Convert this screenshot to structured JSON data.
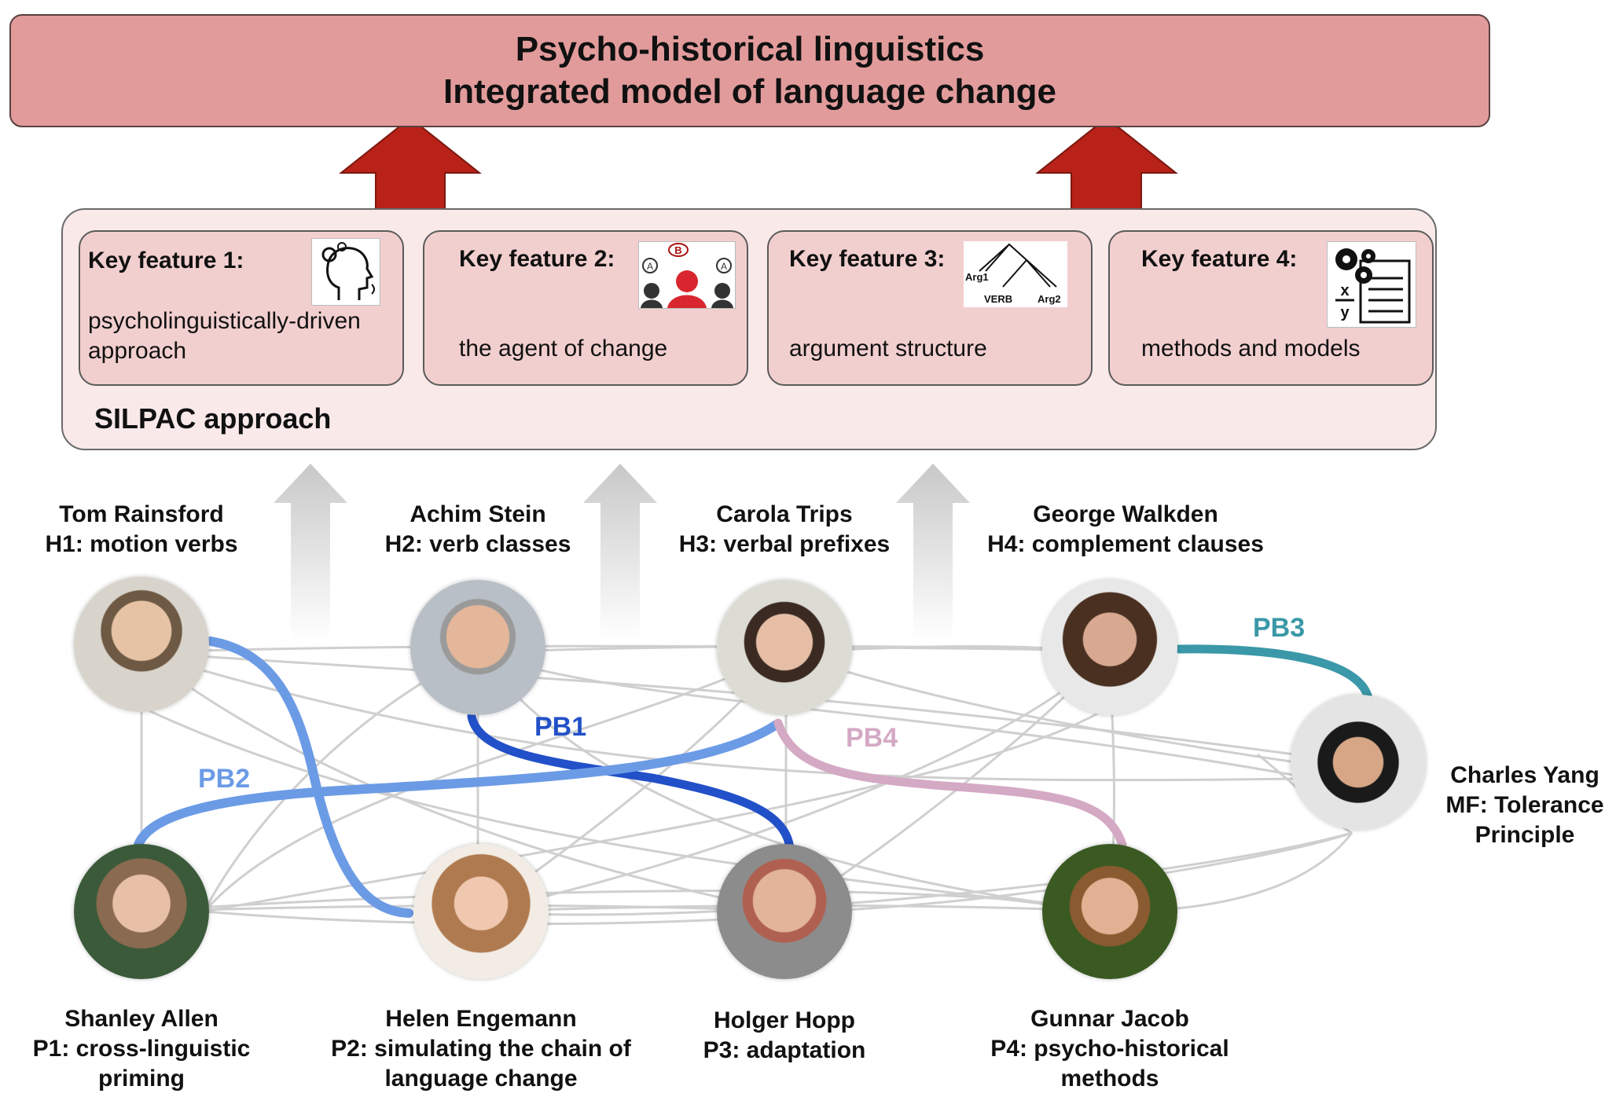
{
  "header": {
    "line1": "Psycho-historical linguistics",
    "line2": "Integrated model of language change"
  },
  "silpac": {
    "label": "SILPAC approach"
  },
  "key_features": [
    {
      "title": "Key feature 1:",
      "desc": "psycholinguistically-driven approach",
      "icon": "head-gears-icon"
    },
    {
      "title": "Key feature 2:",
      "desc": "the agent of change",
      "icon": "agents-icon"
    },
    {
      "title": "Key feature 3:",
      "desc": "argument structure",
      "icon": "syntax-tree-icon"
    },
    {
      "title": "Key feature 4:",
      "desc": "methods and models",
      "icon": "gears-document-icon"
    }
  ],
  "tree_labels": {
    "arg1": "Arg1",
    "verb": "VERB",
    "arg2": "Arg2"
  },
  "agents_labels": {
    "a": "A",
    "b": "B"
  },
  "formula": {
    "x": "x",
    "y": "y"
  },
  "people": [
    {
      "name": "Tom Rainsford",
      "topic": "H1: motion verbs"
    },
    {
      "name": "Achim Stein",
      "topic": "H2: verb classes"
    },
    {
      "name": "Carola Trips",
      "topic": "H3: verbal prefixes"
    },
    {
      "name": "George Walkden",
      "topic": "H4: complement clauses"
    },
    {
      "name": "Charles Yang",
      "topic": "MF: Tolerance Principle"
    },
    {
      "name": "Shanley Allen",
      "topic": "P1: cross-linguistic priming"
    },
    {
      "name": "Helen Engemann",
      "topic": "P2: simulating the chain of language change"
    },
    {
      "name": "Holger Hopp",
      "topic": "P3: adaptation"
    },
    {
      "name": "Gunnar Jacob",
      "topic": "P4: psycho-historical methods"
    }
  ],
  "bridges": [
    {
      "label": "PB1",
      "color": "#2250c8"
    },
    {
      "label": "PB2",
      "color": "#6c9be6"
    },
    {
      "label": "PB3",
      "color": "#3a98a8"
    },
    {
      "label": "PB4",
      "color": "#d4a9c4"
    }
  ],
  "colors": {
    "arrow_red": "#b82218",
    "header_fill": "#e29b9b",
    "silpac_fill": "#f9e9e9",
    "feature_fill": "#f2cfcf"
  }
}
